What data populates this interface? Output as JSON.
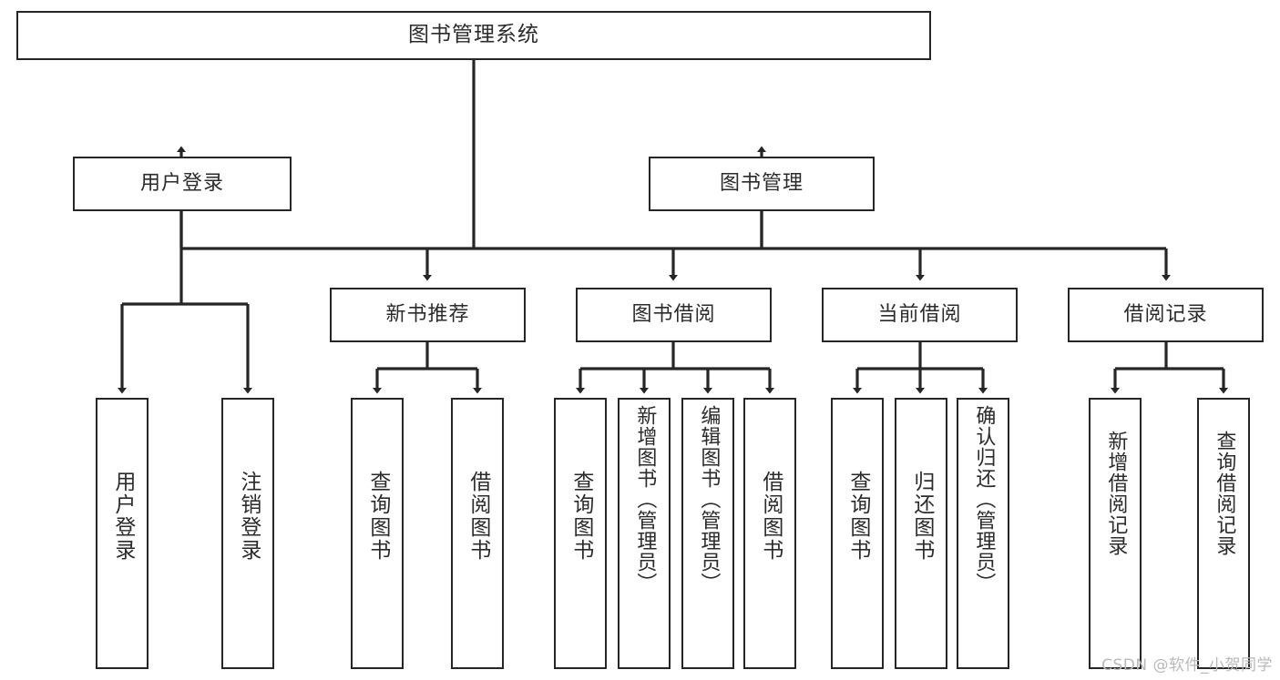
{
  "diagram": {
    "type": "tree-hierarchy",
    "title": "图书管理系统",
    "watermark": "CSDN @软件_小贺同学",
    "colors": {
      "stroke": "#262626",
      "box_fill": "#ffffff",
      "text": "#2b2b2b",
      "background": "#ffffff",
      "watermark": "#b9b9b9"
    },
    "root": {
      "id": "root",
      "label": "图书管理系统"
    },
    "level2": [
      {
        "id": "user-login",
        "label": "用户登录"
      },
      {
        "id": "book-manage",
        "label": "图书管理"
      }
    ],
    "level3": [
      {
        "id": "new-book-rec",
        "label": "新书推荐",
        "parent": "book-manage"
      },
      {
        "id": "book-borrow",
        "label": "图书借阅",
        "parent": "book-manage"
      },
      {
        "id": "current-borrow",
        "label": "当前借阅",
        "parent": "book-manage"
      },
      {
        "id": "borrow-record",
        "label": "借阅记录",
        "parent": "book-manage"
      }
    ],
    "leaves": [
      {
        "id": "leaf-user-login",
        "label": "用户登录",
        "parent": "user-login"
      },
      {
        "id": "leaf-logout",
        "label": "注销登录",
        "parent": "user-login"
      },
      {
        "id": "leaf-query-book-1",
        "label": "查询图书",
        "parent": "new-book-rec"
      },
      {
        "id": "leaf-borrow-book-1",
        "label": "借阅图书",
        "parent": "new-book-rec"
      },
      {
        "id": "leaf-query-book-2",
        "label": "查询图书",
        "parent": "book-borrow"
      },
      {
        "id": "leaf-add-book",
        "label": "新增图书（管理员）",
        "parent": "book-borrow"
      },
      {
        "id": "leaf-edit-book",
        "label": "编辑图书（管理员）",
        "parent": "book-borrow"
      },
      {
        "id": "leaf-borrow-book-2",
        "label": "借阅图书",
        "parent": "book-borrow"
      },
      {
        "id": "leaf-query-book-3",
        "label": "查询图书",
        "parent": "current-borrow"
      },
      {
        "id": "leaf-return-book",
        "label": "归还图书",
        "parent": "current-borrow"
      },
      {
        "id": "leaf-confirm-return",
        "label": "确认归还（管理员）",
        "parent": "current-borrow"
      },
      {
        "id": "leaf-add-record",
        "label": "新增借阅记录",
        "parent": "borrow-record"
      },
      {
        "id": "leaf-query-record",
        "label": "查询借阅记录",
        "parent": "borrow-record"
      }
    ]
  }
}
